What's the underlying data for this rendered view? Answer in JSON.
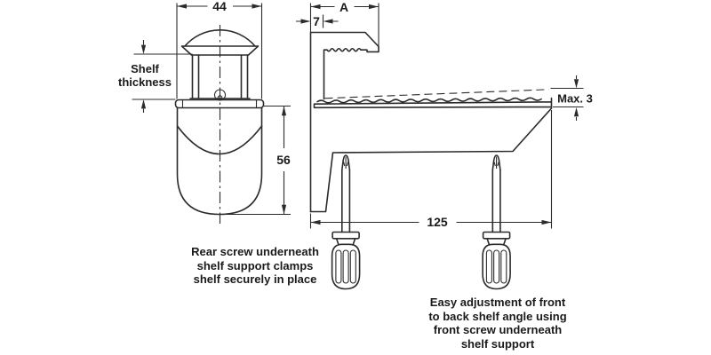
{
  "figure": {
    "front_view": {
      "width_dim": "44",
      "height_dim": "56",
      "shelf_thickness": {
        "line1": "Shelf",
        "line2": "thickness"
      }
    },
    "side_view": {
      "depth_dim": "A",
      "rear_offset_dim": "7",
      "max_tilt_dim": "Max. 3",
      "length_dim": "125"
    },
    "captions": {
      "rear_screw": {
        "line1": "Rear screw underneath",
        "line2": "shelf support clamps",
        "line3": "shelf securely in place"
      },
      "front_screw": {
        "line1": "Easy adjustment of front",
        "line2": "to back shelf angle using",
        "line3": "front screw underneath",
        "line4": "shelf support"
      }
    },
    "colors": {
      "line": "#2b2b2b",
      "background": "#ffffff"
    }
  }
}
